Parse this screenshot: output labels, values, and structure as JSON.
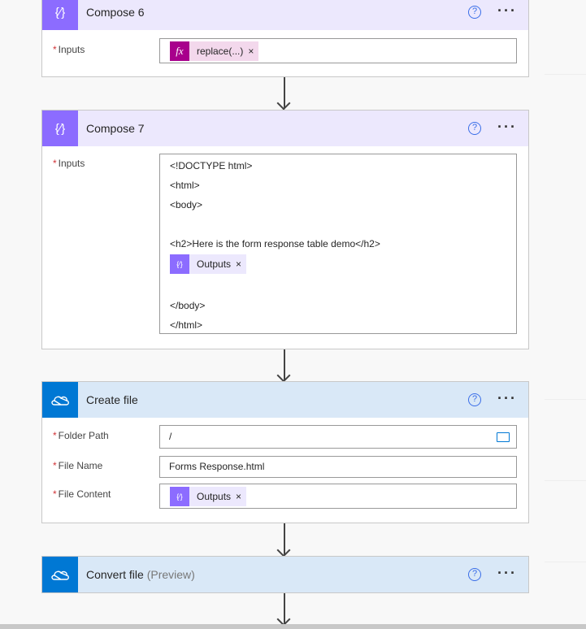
{
  "compose6": {
    "title": "Compose 6",
    "inputs_label": "Inputs",
    "token": "replace(...)",
    "token_icon": "fx"
  },
  "compose7": {
    "title": "Compose 7",
    "inputs_label": "Inputs",
    "lines": [
      "<!DOCTYPE html>",
      "<html>",
      "<body>",
      "",
      "<h2>Here is the form response table demo</h2>"
    ],
    "token": "Outputs",
    "lines_after": [
      "",
      "</body>",
      "</html>"
    ]
  },
  "create_file": {
    "title": "Create file",
    "folder_label": "Folder Path",
    "folder_value": "/",
    "name_label": "File Name",
    "name_value": "Forms Response.html",
    "content_label": "File Content",
    "content_token": "Outputs"
  },
  "convert_file": {
    "title": "Convert file",
    "subtitle": "(Preview)"
  },
  "common": {
    "help": "?",
    "more": "···",
    "required": "*",
    "remove": "×",
    "compose_icon": "{⁄}"
  }
}
